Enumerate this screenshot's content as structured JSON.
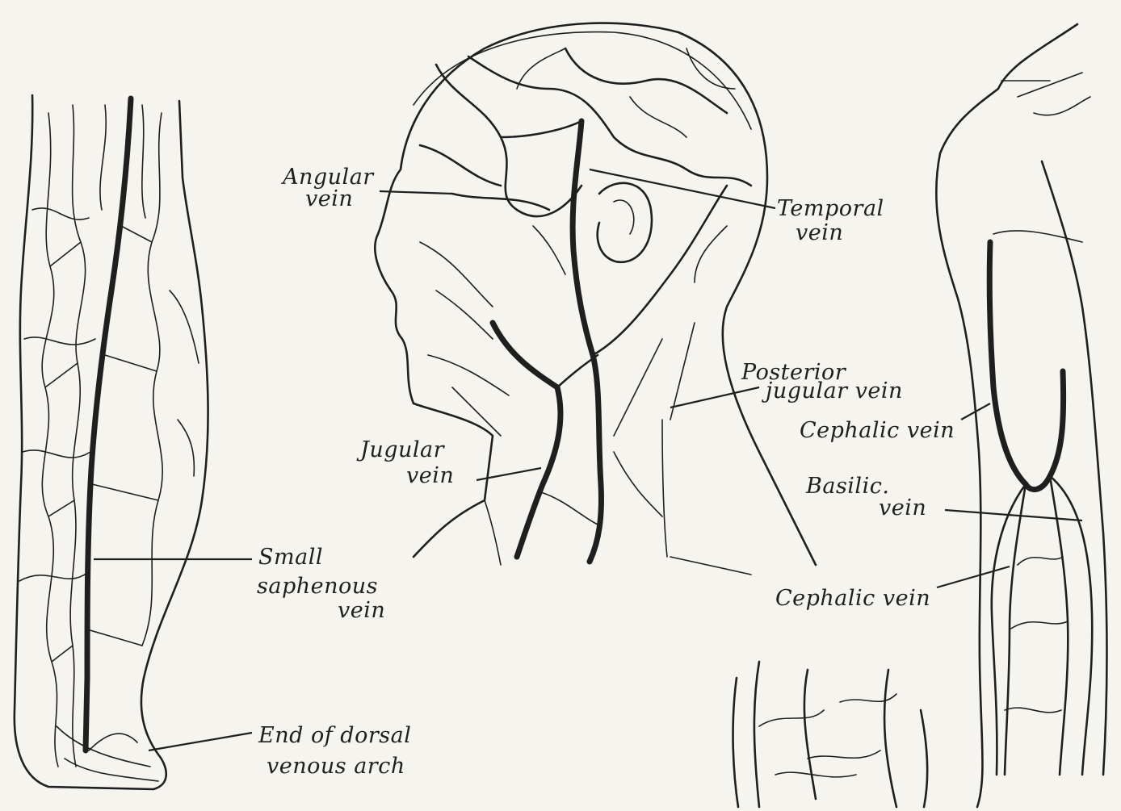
{
  "labels": {
    "angular_vein": [
      "Angular",
      "vein"
    ],
    "temporal_vein": [
      "Temporal",
      "vein"
    ],
    "posterior_jugular_vein": [
      "Posterior",
      "jugular vein"
    ],
    "cephalic_vein_upper": [
      "Cephalic vein"
    ],
    "jugular_vein": [
      "Jugular",
      "vein"
    ],
    "basilic_vein": [
      "Basilic.",
      "vein"
    ],
    "small_saphenous_vein": [
      "Small",
      "saphenous",
      "vein"
    ],
    "cephalic_vein_lower": [
      "Cephalic vein"
    ],
    "end_of_dorsal_venous_arch": [
      "End of dorsal",
      "venous arch"
    ]
  },
  "colors": {
    "paper": "#f6f4ef",
    "ink": "#1f1f1f"
  }
}
